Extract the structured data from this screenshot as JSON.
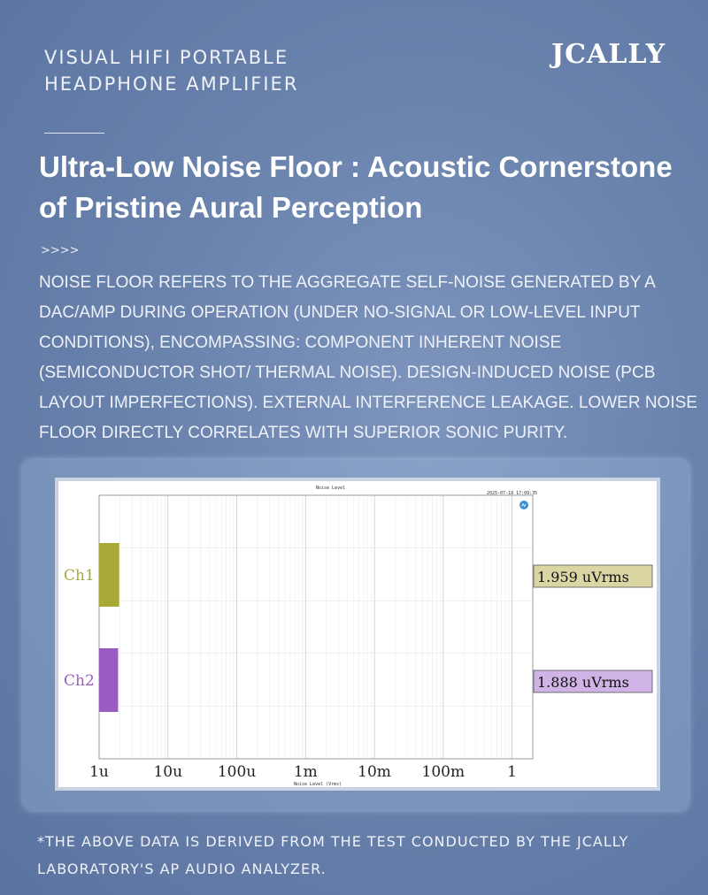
{
  "header": {
    "subtitle_line1": "VISUAL HIFI PORTABLE",
    "subtitle_line2": "HEADPHONE AMPLIFIER",
    "brand": "JCALLY"
  },
  "headline": "Ultra-Low Noise Floor : Acoustic Cornerstone of Pristine Aural Perception",
  "arrows": ">>>>",
  "description": "NOISE FLOOR REFERS TO THE AGGREGATE SELF-NOISE GENERATED BY A DAC/AMP DURING OPERATION (UNDER NO-SIGNAL OR LOW-LEVEL INPUT CONDITIONS), ENCOMPASSING: COMPONENT INHERENT NOISE (SEMICONDUCTOR SHOT/ THERMAL NOISE). DESIGN-INDUCED NOISE (PCB LAYOUT IMPERFECTIONS). EXTERNAL INTERFERENCE LEAKAGE. LOWER NOISE FLOOR DIRECTLY CORRELATES WITH SUPERIOR SONIC PURITY.",
  "chart_data": {
    "type": "bar",
    "title": "Noise Level",
    "timestamp": "2025-07-18 17:09:35",
    "xlabel": "Noise Level (Vrms)",
    "x_scale": "log",
    "xlim": [
      1e-06,
      2
    ],
    "x_ticks": [
      {
        "label": "1u",
        "value": 1e-06
      },
      {
        "label": "10u",
        "value": 1e-05
      },
      {
        "label": "100u",
        "value": 0.0001
      },
      {
        "label": "1m",
        "value": 0.001
      },
      {
        "label": "10m",
        "value": 0.01
      },
      {
        "label": "100m",
        "value": 0.1
      },
      {
        "label": "1",
        "value": 1
      }
    ],
    "grid": true,
    "series": [
      {
        "name": "Ch1",
        "value": 1.959e-06,
        "readout": "1.959 uVrms",
        "color": "#a8a838",
        "readout_bg": "#d9d6a4"
      },
      {
        "name": "Ch2",
        "value": 1.888e-06,
        "readout": "1.888 uVrms",
        "color": "#9a5cc0",
        "readout_bg": "#cfb2e6"
      }
    ]
  },
  "footnote": "*THE ABOVE DATA IS DERIVED FROM THE TEST CONDUCTED BY THE JCALLY LABORATORY'S AP AUDIO ANALYZER.",
  "colors": {
    "background": "#6a83ad",
    "text": "#ffffff"
  }
}
